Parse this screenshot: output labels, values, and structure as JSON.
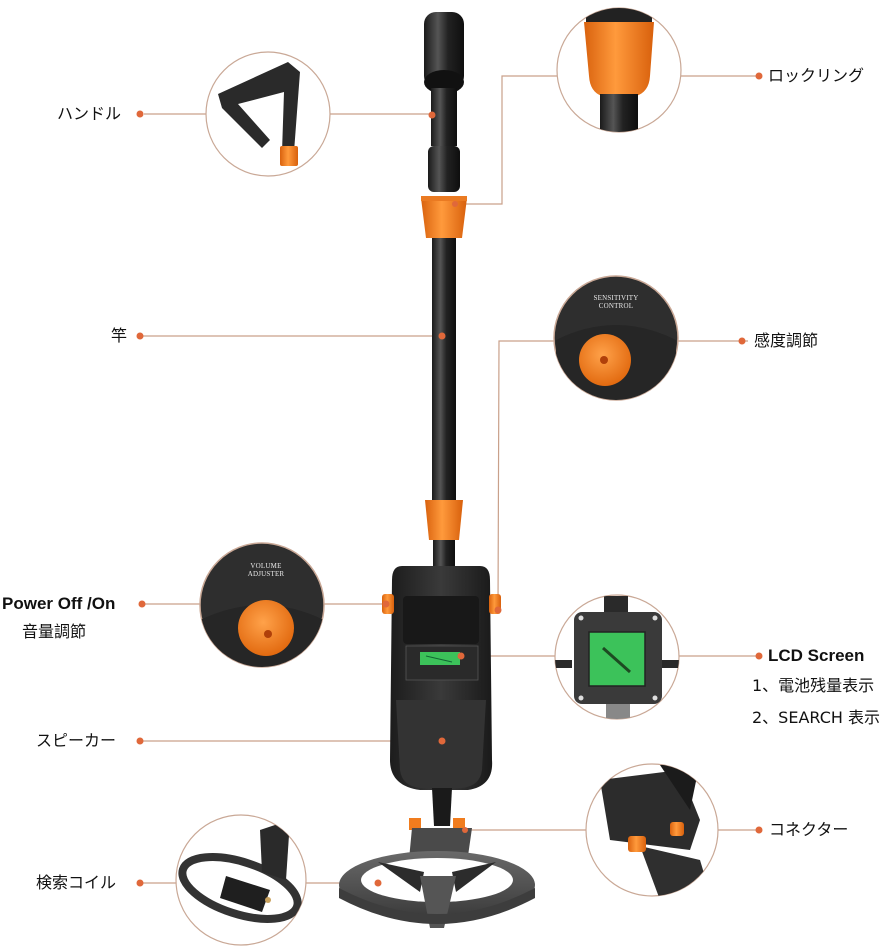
{
  "figure": {
    "subject": "metal-detector",
    "colors": {
      "accent_orange": "#f07c1e",
      "callout_dot": "#e0683a",
      "leader_line": "#c9a08a",
      "inset_border": "#c9a896",
      "body_dark": "#2b2b2b",
      "lcd_green": "#3cc25a"
    }
  },
  "callouts": {
    "handle": {
      "label": "ハンドル"
    },
    "lock_ring": {
      "label": "ロックリング"
    },
    "rod": {
      "label": "竿"
    },
    "sensitivity": {
      "label": "感度調節",
      "inset_text": [
        "SENSITIVITY",
        "CONTROL"
      ]
    },
    "power_volume": {
      "label": "Power Off /On",
      "sublabel": "音量調節",
      "inset_text": [
        "VOLUME",
        "ADJUSTER"
      ]
    },
    "lcd": {
      "label": "LCD Screen",
      "lines": [
        "1、電池残量表示",
        "2、SEARCH 表示"
      ]
    },
    "speaker": {
      "label": "スピーカー"
    },
    "connector": {
      "label": "コネクター"
    },
    "search_coil": {
      "label": "検索コイル"
    }
  }
}
